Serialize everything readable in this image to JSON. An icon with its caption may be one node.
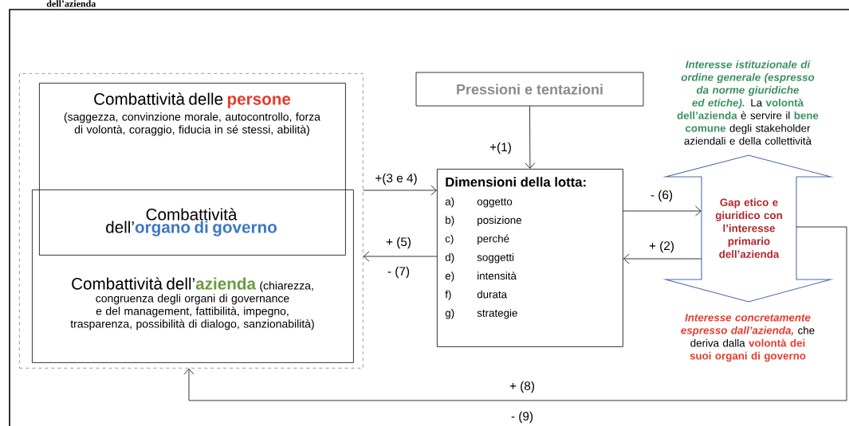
{
  "diagram": {
    "title": "dell’azienda",
    "nodes": [
      {
        "text": [],
        "shape": "box"
      },
      {
        "text": [
          "Combattività delle",
          "persone",
          "(saggezza, convinzione morale, autocontrollo, forza di volontà, coraggio, fiducia in sé stessi, abilità)"
        ],
        "in": 0
      },
      {
        "text": [
          "Combattività dell’",
          "organo di governo"
        ]
      },
      {
        "text": [
          "Combattività dell’",
          "azienda",
          "(chiarezza, congruenza degli organi di governance e del management, fattibilità, impegno, trasparenza, possibilità di dialogo, sanzionabilità)"
        ],
        "in": 0
      },
      {
        "text": [
          "Pressioni e tentazioni"
        ]
      },
      {
        "text": [
          "Dimensioni della lotta:",
          "a)",
          "oggetto",
          "b)",
          "posizione",
          "c)",
          "perché",
          "d)",
          "soggetti",
          "e)",
          "intensità",
          "f)",
          "durata",
          "g)",
          "strategie"
        ]
      },
      {
        "text": [
          "Gap etico e giuridico con l’interesse primario dell’azienda"
        ],
        "beside": [
          "Interesse istituzionale di ordine generale (espresso da norme giuridiche ed etiche).",
          "La",
          "volontà dell’azienda",
          "è servire il",
          "bene comune",
          "degli stakeholder aziendali e della collettività",
          "Interesse concretamente espresso dall’azienda,",
          "che deriva dalla",
          "volontà dei suoi organi di governo"
        ]
      }
    ],
    "edges": [
      {
        "from": 4,
        "to": 5,
        "arrow": "to",
        "label": "+(1)"
      },
      {
        "from": 0,
        "to": 5,
        "arrow": "to",
        "label": "+(3 e 4)"
      },
      {
        "from": 5,
        "to": 0,
        "arrow": "to",
        "label": "+ (5)"
      },
      {
        "from": 5,
        "to": 6,
        "arrow": "to",
        "label": "- (6)"
      },
      {
        "from": 6,
        "to": 5,
        "arrow": "to",
        "label": "+ (2)"
      },
      {
        "from": 6,
        "to": 0,
        "arrow": "to",
        "label": "+ (8)"
      }
    ],
    "labels": [
      "- (7)",
      "- (9)"
    ]
  }
}
